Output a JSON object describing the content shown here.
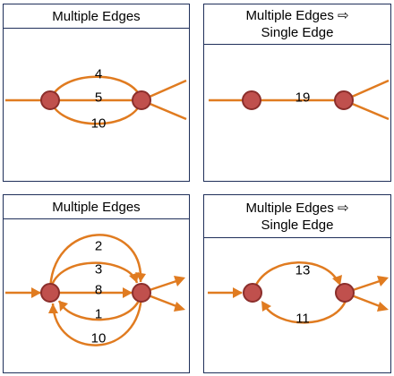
{
  "colors": {
    "edge": "#e07b20",
    "node_fill": "#c0504d",
    "node_stroke": "#8b2e2b",
    "border": "#1f2f5a",
    "text": "#000000"
  },
  "panels": [
    {
      "title_lines": [
        "Multiple Edges"
      ],
      "edge_weights": [
        "4",
        "5",
        "10"
      ]
    },
    {
      "title_lines": [
        "Multiple Edges ⇨",
        "Single Edge"
      ],
      "edge_weights": [
        "19"
      ]
    },
    {
      "title_lines": [
        "Multiple Edges"
      ],
      "edge_weights": [
        "2",
        "3",
        "8",
        "1",
        "10"
      ]
    },
    {
      "title_lines": [
        "Multiple Edges ⇨",
        "Single Edge"
      ],
      "edge_weights": [
        "13",
        "11"
      ]
    }
  ]
}
